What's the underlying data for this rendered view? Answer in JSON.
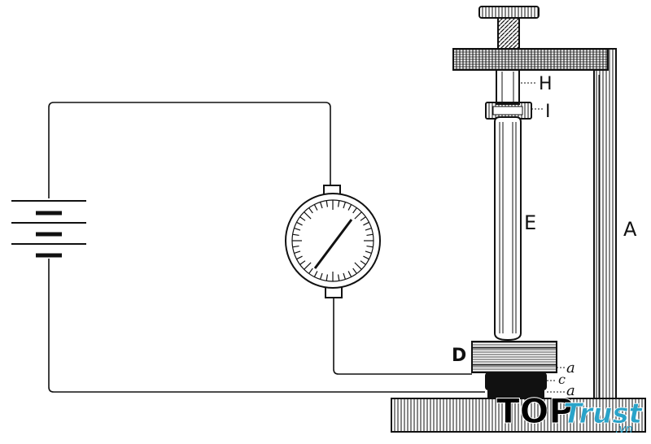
{
  "labels": {
    "A": "A",
    "D": "D",
    "E": "E",
    "H": "H",
    "I": "I",
    "a_upper": "a",
    "c": "c",
    "a_lower": "a"
  },
  "watermark": {
    "top": "TOP",
    "trust": "Trust",
    "vn": ".vn",
    "accent": "#29a3c9"
  },
  "colors": {
    "ink": "#111111",
    "paper": "#ffffff"
  }
}
